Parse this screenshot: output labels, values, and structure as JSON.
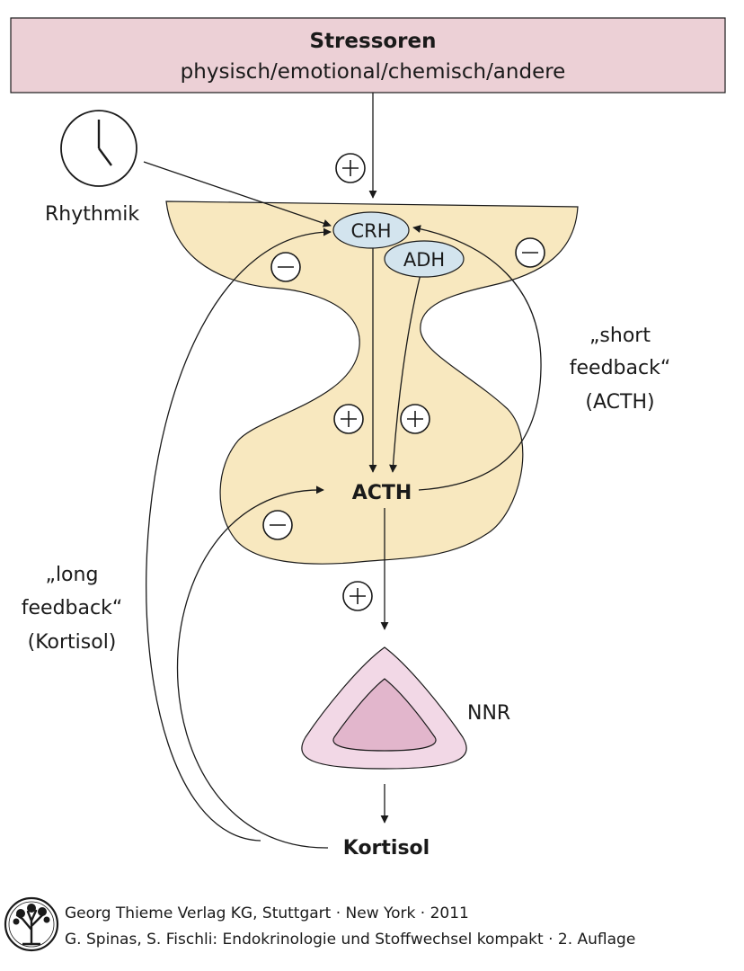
{
  "stressors": {
    "title": "Stressoren",
    "subtitle": "physisch/emotional/chemisch/andere"
  },
  "rhythm": {
    "label": "Rhythmik"
  },
  "hormones": {
    "crh": "CRH",
    "adh": "ADH",
    "acth": "ACTH",
    "kortisol": "Kortisol"
  },
  "organs": {
    "nnr": "NNR"
  },
  "feedback": {
    "short": [
      "„short",
      "feedback“",
      "(ACTH)"
    ],
    "long": [
      "„long",
      "feedback“",
      "(Kortisol)"
    ]
  },
  "signs": {
    "plus": "+",
    "minus": "−"
  },
  "colors": {
    "stressor_box": "#ecd0d6",
    "pituitary": "#f8e8bf",
    "hormone_ellipse": "#d3e4ee",
    "nnr_outer": "#f2d8e6",
    "nnr_inner": "#e2b6cc"
  },
  "footer": {
    "line1": "Georg Thieme Verlag KG, Stuttgart · New York · 2011",
    "line2": "G. Spinas, S. Fischli: Endokrinologie und Stoffwechsel kompakt · 2. Auflage"
  }
}
